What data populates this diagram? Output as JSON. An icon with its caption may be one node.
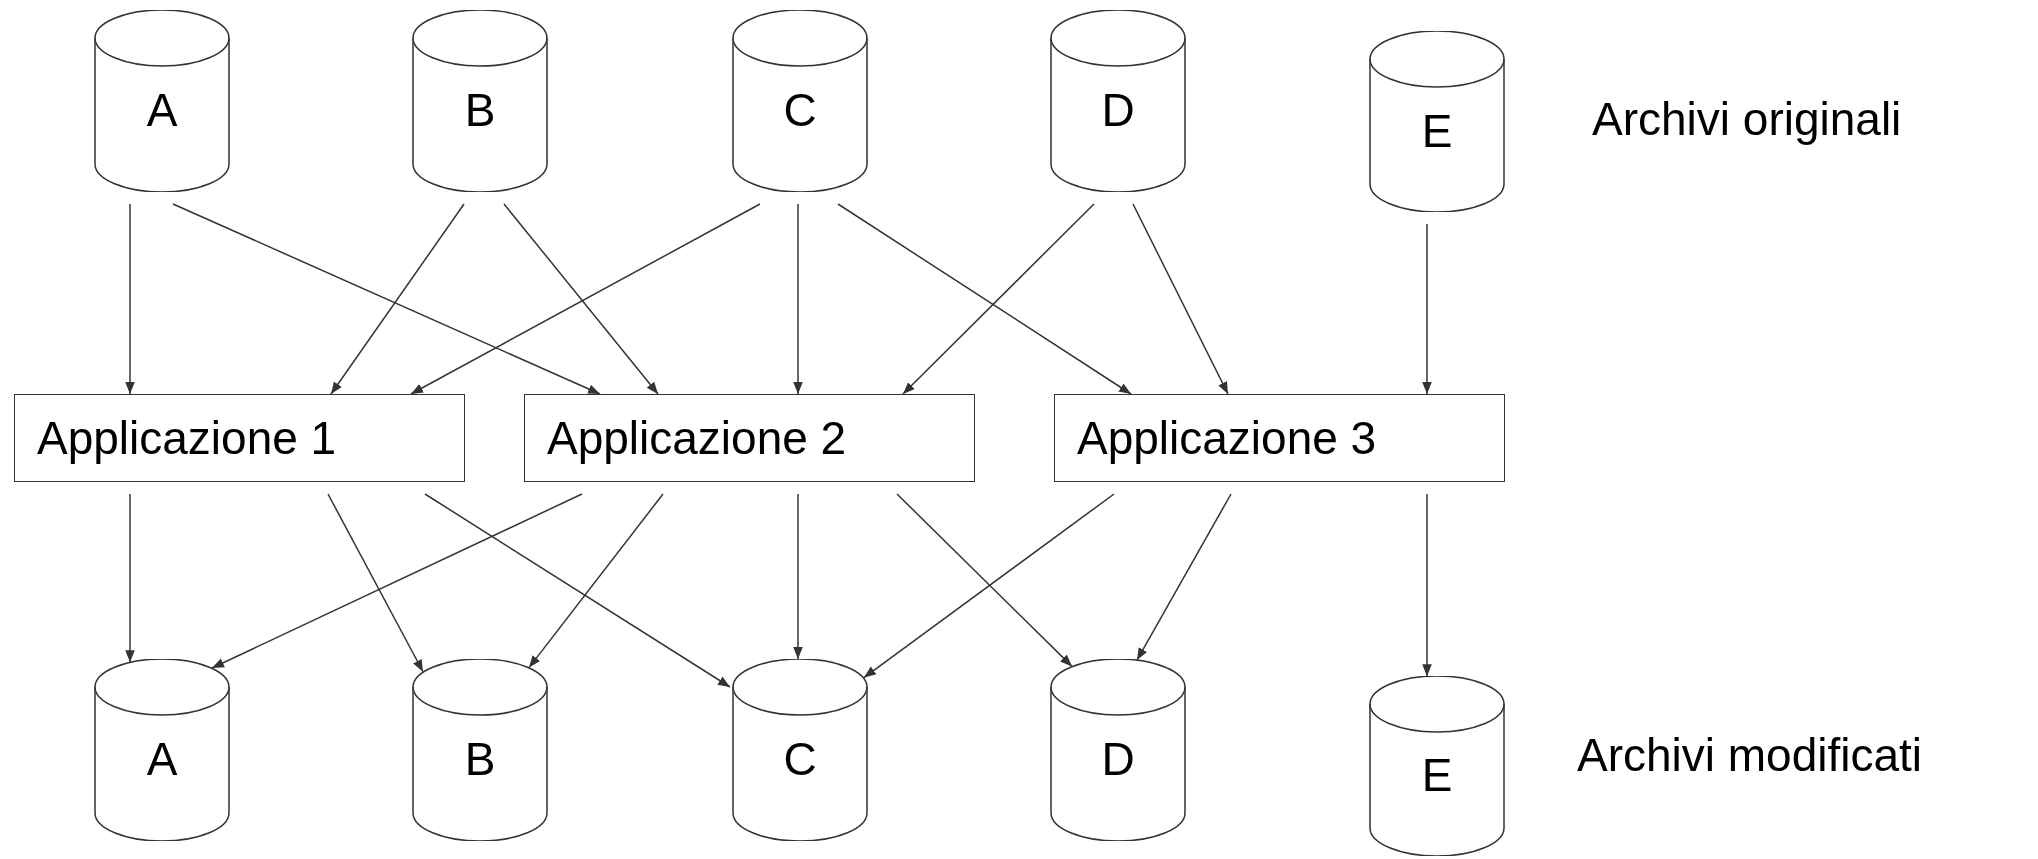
{
  "diagram": {
    "nodes": [
      {
        "text": [
          "A"
        ]
      },
      {
        "text": [
          "B"
        ]
      },
      {
        "text": [
          "C"
        ]
      },
      {
        "text": [
          "D"
        ]
      },
      {
        "text": [
          "E"
        ]
      },
      {
        "text": [
          "Applicazione 1"
        ]
      },
      {
        "text": [
          "Applicazione 2"
        ]
      },
      {
        "text": [
          "Applicazione 3"
        ]
      },
      {
        "text": [
          "A"
        ]
      },
      {
        "text": [
          "B"
        ]
      },
      {
        "text": [
          "C"
        ]
      },
      {
        "text": [
          "D"
        ]
      },
      {
        "text": [
          "E"
        ]
      }
    ],
    "edges": [
      {
        "from": 0,
        "to": 5,
        "arrow": "to"
      },
      {
        "from": 0,
        "to": 6,
        "arrow": "to"
      },
      {
        "from": 1,
        "to": 5,
        "arrow": "to"
      },
      {
        "from": 1,
        "to": 6,
        "arrow": "to"
      },
      {
        "from": 2,
        "to": 5,
        "arrow": "to"
      },
      {
        "from": 2,
        "to": 6,
        "arrow": "to"
      },
      {
        "from": 2,
        "to": 7,
        "arrow": "to"
      },
      {
        "from": 3,
        "to": 6,
        "arrow": "to"
      },
      {
        "from": 3,
        "to": 7,
        "arrow": "to"
      },
      {
        "from": 4,
        "to": 7,
        "arrow": "to"
      },
      {
        "from": 5,
        "to": 8,
        "arrow": "to"
      },
      {
        "from": 5,
        "to": 9,
        "arrow": "to"
      },
      {
        "from": 5,
        "to": 10,
        "arrow": "to"
      },
      {
        "from": 6,
        "to": 8,
        "arrow": "to"
      },
      {
        "from": 6,
        "to": 9,
        "arrow": "to"
      },
      {
        "from": 6,
        "to": 10,
        "arrow": "to"
      },
      {
        "from": 6,
        "to": 11,
        "arrow": "to"
      },
      {
        "from": 7,
        "to": 10,
        "arrow": "to"
      },
      {
        "from": 7,
        "to": 11,
        "arrow": "to"
      },
      {
        "from": 7,
        "to": 12,
        "arrow": "to"
      }
    ],
    "labels": [
      "Archivi originali",
      "Archivi modificati"
    ]
  }
}
